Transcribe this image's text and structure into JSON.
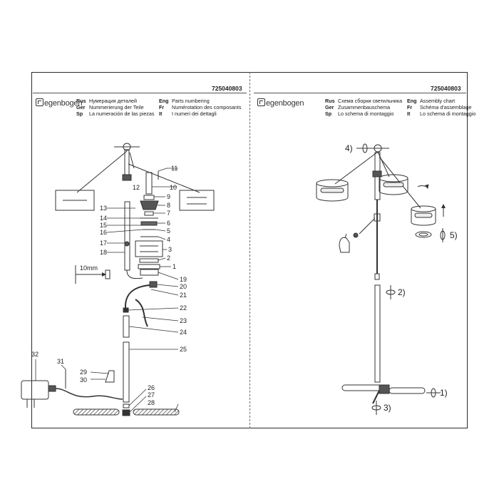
{
  "left_panel": {
    "code": "725040803",
    "logo": "egenbogen",
    "languages": [
      {
        "code": "Rus",
        "text": "Нумерация деталей"
      },
      {
        "code": "Eng",
        "text": "Parts numbering"
      },
      {
        "code": "Ger",
        "text": "Nummerierung der Teile"
      },
      {
        "code": "Fr",
        "text": "Numérotation des composants"
      },
      {
        "code": "Sp",
        "text": "La numeración de las piezas"
      },
      {
        "code": "It",
        "text": "I numeri dei dettagli"
      }
    ],
    "dimension": "10mm",
    "part_numbers": [
      "1",
      "2",
      "3",
      "4",
      "5",
      "6",
      "7",
      "8",
      "9",
      "10",
      "11",
      "12",
      "13",
      "14",
      "15",
      "16",
      "17",
      "18",
      "19",
      "20",
      "21",
      "22",
      "23",
      "24",
      "25",
      "26",
      "27",
      "28",
      "29",
      "30",
      "31",
      "32"
    ]
  },
  "right_panel": {
    "code": "725040803",
    "logo": "egenbogen",
    "languages": [
      {
        "code": "Rus",
        "text": "Схема сборки светильника"
      },
      {
        "code": "Eng",
        "text": "Assembly chart"
      },
      {
        "code": "Ger",
        "text": "Zusammenbauschema"
      },
      {
        "code": "Fr",
        "text": "Schéma d'assemblage"
      },
      {
        "code": "Sp",
        "text": "Lo schema di montaggio"
      },
      {
        "code": "It",
        "text": "Lo schema di montaggio"
      }
    ],
    "steps": [
      "4)",
      "2)",
      "5)",
      "1)",
      "3)"
    ]
  },
  "colors": {
    "line": "#2a2a2a",
    "part": "#333333",
    "fill_dark": "#555555"
  }
}
